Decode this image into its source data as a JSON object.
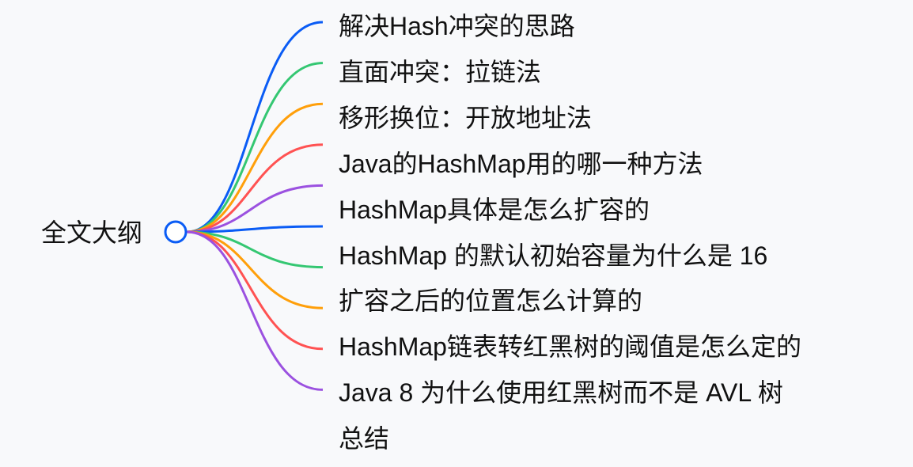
{
  "root": {
    "label": "全文大纲"
  },
  "palette": [
    "#0a5cf5",
    "#34c772",
    "#ff9f0a",
    "#ff5252",
    "#9b51e0"
  ],
  "children": [
    {
      "label": "解决Hash冲突的思路"
    },
    {
      "label": "直面冲突：拉链法"
    },
    {
      "label": "移形换位：开放地址法"
    },
    {
      "label": "Java的HashMap用的哪一种方法"
    },
    {
      "label": "HashMap具体是怎么扩容的"
    },
    {
      "label": "HashMap 的默认初始容量为什么是 16"
    },
    {
      "label": "扩容之后的位置怎么计算的"
    },
    {
      "label": "HashMap链表转红黑树的阈值是怎么定的"
    },
    {
      "label": "Java 8 为什么使用红黑树而不是 AVL 树"
    },
    {
      "label": "总结"
    }
  ]
}
